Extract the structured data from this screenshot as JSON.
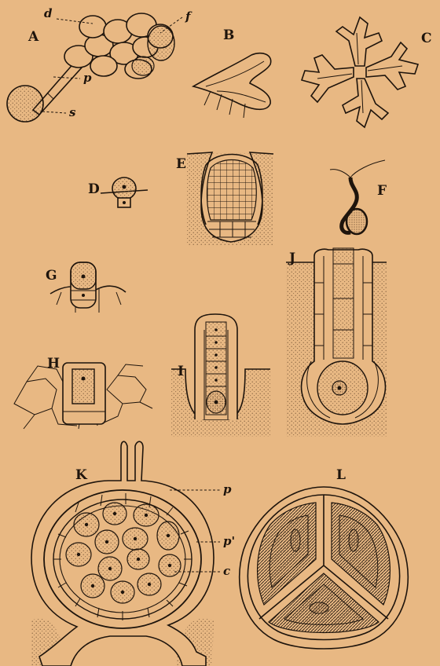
{
  "figures": {
    "A": {
      "label": "A",
      "annotations": {
        "d": "d",
        "f": "f",
        "p": "p",
        "s": "s"
      }
    },
    "B": {
      "label": "B"
    },
    "C": {
      "label": "C"
    },
    "D": {
      "label": "D"
    },
    "E": {
      "label": "E"
    },
    "F": {
      "label": "F"
    },
    "G": {
      "label": "G"
    },
    "H": {
      "label": "H"
    },
    "I": {
      "label": "I"
    },
    "J": {
      "label": "J"
    },
    "K": {
      "label": "K",
      "annotations": {
        "p": "p",
        "p_prime": "p'",
        "c": "c"
      }
    },
    "L": {
      "label": "L"
    }
  },
  "colors": {
    "paper": "#e8b883",
    "ink": "#1e140c",
    "stipple": "#8a6440"
  }
}
